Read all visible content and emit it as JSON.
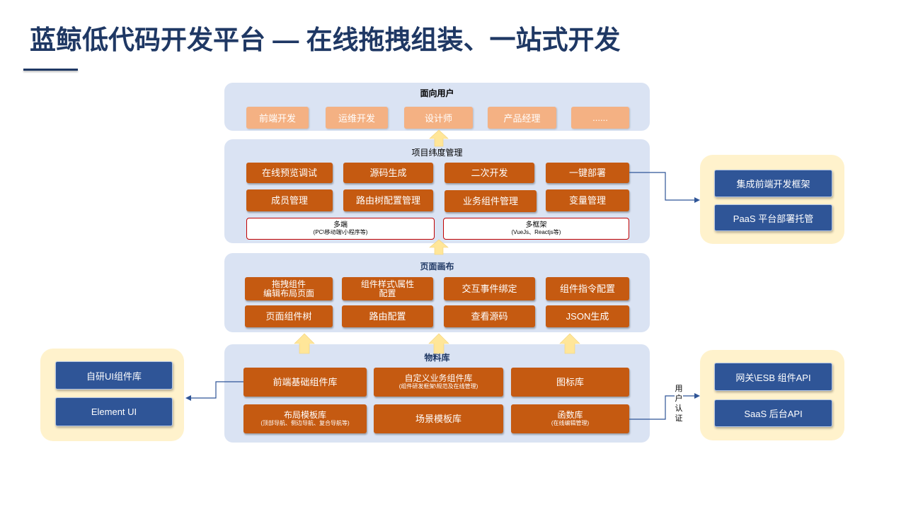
{
  "colors": {
    "title": "#1f3864",
    "panel": "#dae3f3",
    "role": "#f4b183",
    "feature": "#c55a11",
    "outline": "#c00000",
    "arrow": "#ffe699",
    "side_panel": "#fff2cc",
    "side_box": "#2f5597",
    "connector": "#2f5597"
  },
  "title": "蓝鲸低代码开发平台 — 在线拖拽组装、一站式开发",
  "users": {
    "title": "面向用户",
    "roles": [
      "前端开发",
      "运维开发",
      "设计师",
      "产品经理",
      "......"
    ]
  },
  "project": {
    "title": "项目纬度管理",
    "features": [
      "在线预览调试",
      "源码生成",
      "二次开发",
      "一键部署",
      "成员管理",
      "路由树配置管理",
      "业务组件管理",
      "变量管理"
    ],
    "multi_end": {
      "label": "多端",
      "note": "(PC\\移动端\\小程序等)"
    },
    "multi_framework": {
      "label": "多框架",
      "note": "(VueJs、Reactjs等)"
    }
  },
  "canvas": {
    "title": "页面画布",
    "features": [
      {
        "line1": "拖拽组件",
        "line2": "编辑布局页面"
      },
      {
        "line1": "组件样式\\属性",
        "line2": "配置"
      },
      {
        "line1": "交互事件绑定"
      },
      {
        "line1": "组件指令配置"
      },
      {
        "line1": "页面组件树"
      },
      {
        "line1": "路由配置"
      },
      {
        "line1": "查看源码"
      },
      {
        "line1": "JSON生成"
      }
    ]
  },
  "materials": {
    "title": "物料库",
    "items": [
      {
        "label": "前端基础组件库"
      },
      {
        "label": "自定义业务组件库",
        "note": "(组件研发框架\\规范及在线管理)"
      },
      {
        "label": "图标库"
      },
      {
        "label": "布局模板库",
        "note": "(顶部导航、侧边导航、复合导航等)"
      },
      {
        "label": "场景模板库"
      },
      {
        "label": "函数库",
        "note": "(在线编辑管理)"
      }
    ]
  },
  "ui_libraries": [
    "自研UI组件库",
    "Element UI"
  ],
  "deployment": [
    "集成前端开发框架",
    "PaaS 平台部署托管"
  ],
  "backend_apis": [
    "网关\\ESB 组件API",
    "SaaS 后台API"
  ],
  "connector_label": "用户认证"
}
